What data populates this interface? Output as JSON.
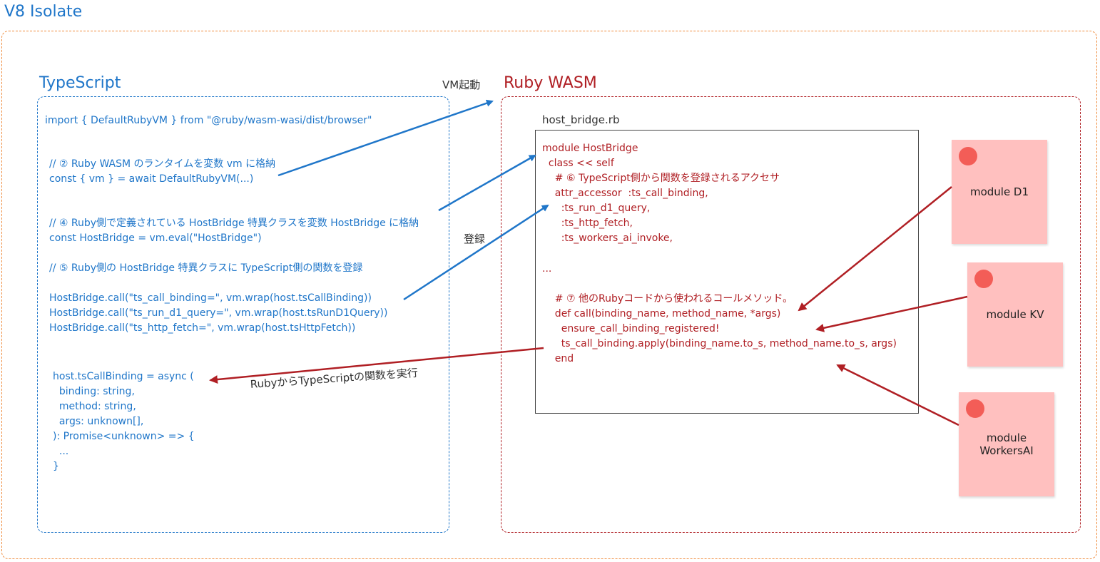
{
  "isolate": {
    "title": "V8 Isolate"
  },
  "typescript": {
    "title": "TypeScript",
    "code": {
      "import_line": "import { DefaultRubyVM } from \"@ruby/wasm-wasi/dist/browser\"",
      "comment2": "// ② Ruby WASM のランタイムを変数 vm に格納",
      "line_vm": "const { vm } = await DefaultRubyVM(...)",
      "comment4": "// ④ Ruby側で定義されている HostBridge 特異クラスを変数 HostBridge に格納",
      "line_hostbridge": "const HostBridge = vm.eval(\"HostBridge\")",
      "comment5": "// ⑤ Ruby側の HostBridge 特異クラスに TypeScript側の関数を登録",
      "call1": "HostBridge.call(\"ts_call_binding=\", vm.wrap(host.tsCallBinding))",
      "call2": "HostBridge.call(\"ts_run_d1_query=\", vm.wrap(host.tsRunD1Query))",
      "call3": "HostBridge.call(\"ts_http_fetch=\", vm.wrap(host.tsHttpFetch))",
      "fn1": "host.tsCallBinding = async (",
      "fn2": "  binding: string,",
      "fn3": "  method: string,",
      "fn4": "  args: unknown[],",
      "fn5": "): Promise<unknown> => {",
      "fn6": "  ...",
      "fn7": "}"
    }
  },
  "ruby": {
    "title": "Ruby WASM",
    "file": "host_bridge.rb",
    "code": {
      "l1": "module HostBridge",
      "l2": "  class << self",
      "l3": "    # ⑥ TypeScript側から関数を登録されるアクセサ",
      "l4": "    attr_accessor  :ts_call_binding,",
      "l5": "      :ts_run_d1_query,",
      "l6": "      :ts_http_fetch,",
      "l7": "      :ts_workers_ai_invoke,",
      "l8": "...",
      "l9": "    # ⑦ 他のRubyコードから使われるコールメソッド。",
      "l10": "    def call(binding_name, method_name, *args)",
      "l11": "      ensure_call_binding_registered!",
      "l12": "      ts_call_binding.apply(binding_name.to_s, method_name.to_s, args)",
      "l13": "    end"
    },
    "modules": [
      {
        "label": "module D1"
      },
      {
        "label": "module KV"
      },
      {
        "label": "module\nWorkersAI"
      }
    ]
  },
  "annotations": {
    "vm_start": "VM起動",
    "register": "登録",
    "call_ts": "RubyからTypeScriptの関数を実行"
  },
  "colors": {
    "blue": "#1f76c9",
    "red": "#b01f24",
    "orange": "#ef8a3a",
    "note": "#ffc0bf",
    "pin": "#f35d57"
  }
}
